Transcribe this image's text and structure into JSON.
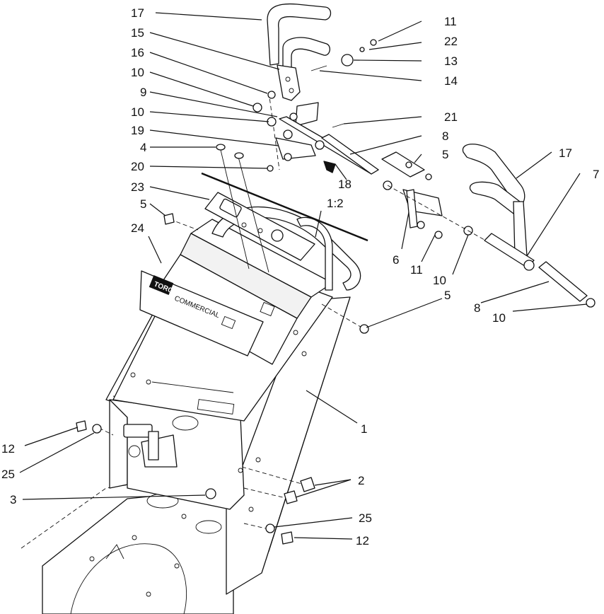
{
  "decal": {
    "brand": "TORO",
    "line": "COMMERCIAL"
  },
  "callouts": [
    {
      "id": "c17a",
      "label": "17"
    },
    {
      "id": "c15",
      "label": "15"
    },
    {
      "id": "c16",
      "label": "16"
    },
    {
      "id": "c10a",
      "label": "10"
    },
    {
      "id": "c9",
      "label": "9"
    },
    {
      "id": "c10b",
      "label": "10"
    },
    {
      "id": "c19",
      "label": "19"
    },
    {
      "id": "c4",
      "label": "4"
    },
    {
      "id": "c20",
      "label": "20"
    },
    {
      "id": "c23",
      "label": "23"
    },
    {
      "id": "c5a",
      "label": "5"
    },
    {
      "id": "c24",
      "label": "24"
    },
    {
      "id": "c11a",
      "label": "11"
    },
    {
      "id": "c22",
      "label": "22"
    },
    {
      "id": "c13",
      "label": "13"
    },
    {
      "id": "c14",
      "label": "14"
    },
    {
      "id": "c21",
      "label": "21"
    },
    {
      "id": "c8a",
      "label": "8"
    },
    {
      "id": "c5b",
      "label": "5"
    },
    {
      "id": "c18",
      "label": "18"
    },
    {
      "id": "c12ratio",
      "label": "1:2"
    },
    {
      "id": "c17b",
      "label": "17"
    },
    {
      "id": "c7",
      "label": "7"
    },
    {
      "id": "c6",
      "label": "6"
    },
    {
      "id": "c11b",
      "label": "11"
    },
    {
      "id": "c10c",
      "label": "10"
    },
    {
      "id": "c5c",
      "label": "5"
    },
    {
      "id": "c8b",
      "label": "8"
    },
    {
      "id": "c10d",
      "label": "10"
    },
    {
      "id": "c1",
      "label": "1"
    },
    {
      "id": "c12a",
      "label": "12"
    },
    {
      "id": "c25a",
      "label": "25"
    },
    {
      "id": "c2",
      "label": "2"
    },
    {
      "id": "c3",
      "label": "3"
    },
    {
      "id": "c25b",
      "label": "25"
    },
    {
      "id": "c12b",
      "label": "12"
    }
  ]
}
